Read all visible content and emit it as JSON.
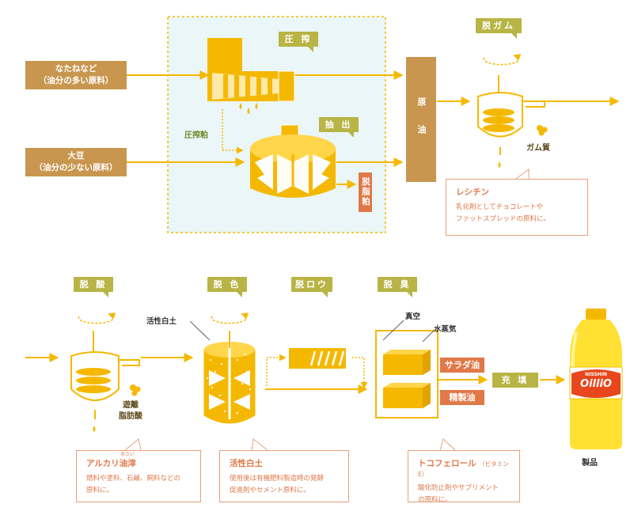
{
  "stages": {
    "press": "圧 搾",
    "extract": "抽 出",
    "degum": "脱ガム",
    "deacid": "脱 酸",
    "decolor": "脱 色",
    "dewax": "脱ロウ",
    "deodor": "脱 臭",
    "fill": "充 填"
  },
  "sources": {
    "rapeseed": {
      "line1": "なたねなど",
      "line2": "（油分の多い原料）"
    },
    "soybean": {
      "line1": "大豆",
      "line2": "（油分の少ない原料）"
    }
  },
  "labels": {
    "press_cake": "圧搾粕",
    "defatted_meal": "脱脂粕",
    "crude_oil": "原 油",
    "gum": "ガム質",
    "free_fatty_acid_1": "遊離",
    "free_fatty_acid_2": "脂肪酸",
    "activated_clay": "活性白土",
    "vacuum": "真空",
    "steam": "水蒸気",
    "salad_oil": "サラダ油",
    "refined_oil": "精製油",
    "product": "製品",
    "bottle_brand_top": "NISSHIN",
    "bottle_brand": "OilliO"
  },
  "callouts": {
    "lecithin": {
      "title": "レシチン",
      "body": "乳化剤としてチョコレートや\nファットスプレッドの原料に。"
    },
    "soapstock": {
      "title": "アルカリ油滓",
      "ruby": "ゆさい",
      "body": "燃料や塗料、石鹸、飼料などの\n原料に。"
    },
    "clay": {
      "title": "活性白土",
      "body": "使用後は有機肥料製造時の発酵\n促進剤やセメント原料に。"
    },
    "tocopherol": {
      "title": "トコフェロール",
      "title_note": "（ビタミンE）",
      "body": "酸化防止剤やサプリメント\nの原料に。"
    }
  },
  "colors": {
    "arrow": "#f5b800",
    "tag": "#b8b445",
    "source": "#c9964f",
    "crude": "#c9964f",
    "orange": "#e07848",
    "light_blue": "#eaf6f8",
    "machine": "#f5b800"
  }
}
